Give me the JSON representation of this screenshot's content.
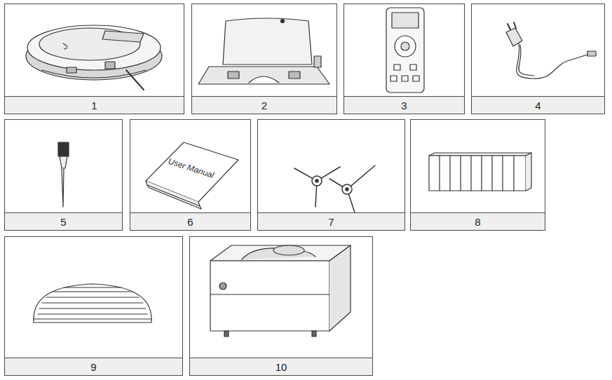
{
  "diagram": {
    "nodes": [
      {
        "text": [
          "1"
        ]
      },
      {
        "text": [
          "2"
        ]
      },
      {
        "text": [
          "3"
        ]
      },
      {
        "text": [
          "4"
        ]
      },
      {
        "text": [
          "5"
        ]
      },
      {
        "text": [
          "6"
        ]
      },
      {
        "text": [
          "7"
        ]
      },
      {
        "text": [
          "8"
        ]
      },
      {
        "text": [
          "9"
        ]
      },
      {
        "text": [
          "10"
        ]
      }
    ],
    "labels": [
      "User Manual"
    ]
  }
}
